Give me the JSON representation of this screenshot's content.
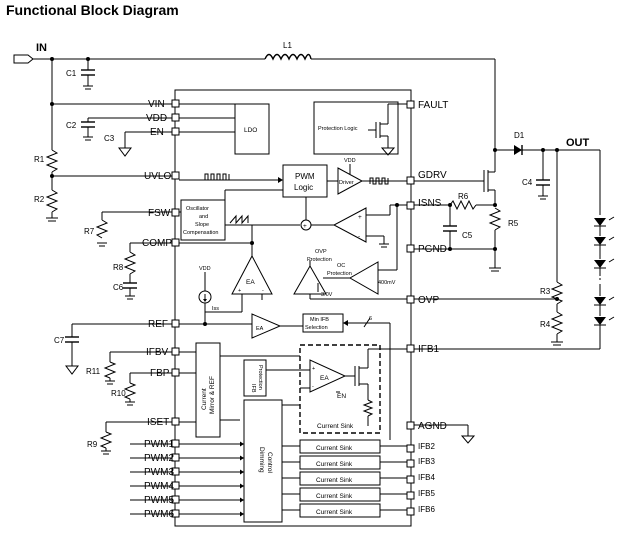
{
  "title": "Functional Block Diagram",
  "external": {
    "in": "IN",
    "out": "OUT",
    "inductor": "L1",
    "diode": "D1",
    "caps": {
      "c1": "C1",
      "c2": "C2",
      "c3": "C3",
      "c4": "C4",
      "c5": "C5",
      "c6": "C6",
      "c7": "C7"
    },
    "resistors": {
      "r1": "R1",
      "r2": "R2",
      "r3": "R3",
      "r4": "R4",
      "r5": "R5",
      "r6": "R6",
      "r7": "R7",
      "r8": "R8",
      "r9": "R9",
      "r10": "R10",
      "r11": "R11"
    }
  },
  "pins_left": [
    "VIN",
    "VDD",
    "EN",
    "UVLO",
    "FSW",
    "COMP",
    "REF",
    "IFBV",
    "FBP",
    "ISET",
    "PWM1",
    "PWM2",
    "PWM3",
    "PWM4",
    "PWM5",
    "PWM6"
  ],
  "pins_right": [
    "FAULT",
    "GDRV",
    "ISNS",
    "PGND",
    "OVP",
    "IFB1",
    "AGND",
    "IFB2",
    "IFB3",
    "IFB4",
    "IFB5",
    "IFB6"
  ],
  "blocks": {
    "ldo": "LDO",
    "protection_logic": "Protection Logic",
    "pwm_logic_1": "PWM",
    "pwm_logic_2": "Logic",
    "driver": "Driver",
    "oscillator_1": "Oscillator",
    "oscillator_2": "and",
    "oscillator_3": "Slope",
    "oscillator_4": "Compensation",
    "ovp_protection_1": "OVP",
    "ovp_protection_2": "Protection",
    "oc_protection_1": "OC",
    "oc_protection_2": "Protection",
    "ref_400mv": "400mV",
    "ref_3v": "3.0V",
    "ea": "EA",
    "iss": "Iss",
    "min_ifb_1": "Min IFB",
    "min_ifb_2": "Selection",
    "current_mirror_1": "Current",
    "current_mirror_2": "Mirror & REF",
    "ifb_protection_1": "IFB",
    "ifb_protection_2": "Protection",
    "dimming_control_1": "Dimming",
    "dimming_control_2": "Control",
    "current_sink": "Current Sink",
    "en": "EN",
    "vdd": "VDD",
    "bus_width": "6"
  },
  "current_sinks": [
    "Current Sink",
    "Current Sink",
    "Current Sink",
    "Current Sink",
    "Current Sink"
  ],
  "signs": {
    "plus": "+",
    "minus": "-"
  }
}
